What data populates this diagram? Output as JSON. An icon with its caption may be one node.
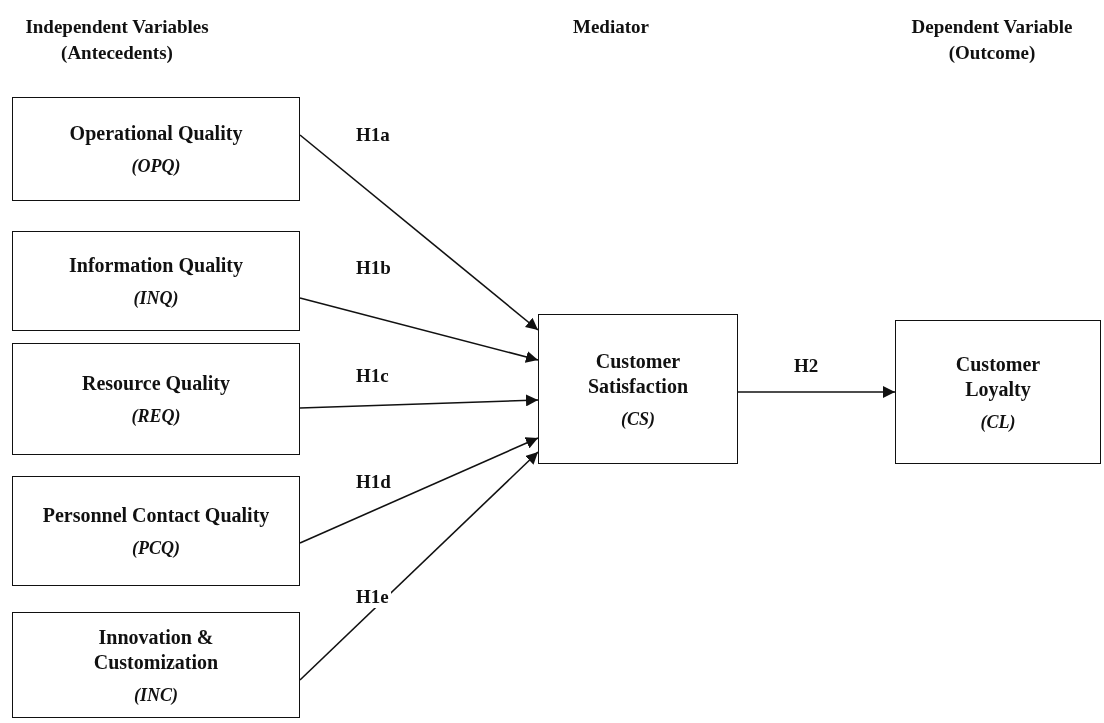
{
  "diagram": {
    "nodes": [
      {
        "text": [
          "Operational Quality",
          "(OPQ)"
        ]
      },
      {
        "text": [
          "Information Quality",
          "(INQ)"
        ]
      },
      {
        "text": [
          "Resource Quality",
          "(REQ)"
        ]
      },
      {
        "text": [
          "Personnel Contact Quality",
          "(PCQ)"
        ]
      },
      {
        "text": [
          "Innovation & Customization",
          "(INC)"
        ]
      },
      {
        "text": [
          "Customer Satisfaction",
          "(CS)"
        ]
      },
      {
        "text": [
          "Customer Loyalty",
          "(CL)"
        ]
      }
    ],
    "edges": [
      {
        "from": 0,
        "to": 5,
        "arrow": "to",
        "label": "H1a"
      },
      {
        "from": 1,
        "to": 5,
        "arrow": "to",
        "label": "H1b"
      },
      {
        "from": 2,
        "to": 5,
        "arrow": "to",
        "label": "H1c"
      },
      {
        "from": 3,
        "to": 5,
        "arrow": "to",
        "label": "H1d"
      },
      {
        "from": 4,
        "to": 5,
        "arrow": "to",
        "label": "H1e"
      },
      {
        "from": 5,
        "to": 6,
        "arrow": "to",
        "label": "H2"
      }
    ],
    "labels": [
      "Independent Variables (Antecedents)",
      "Mediator",
      "Dependent Variable (Outcome)"
    ]
  }
}
